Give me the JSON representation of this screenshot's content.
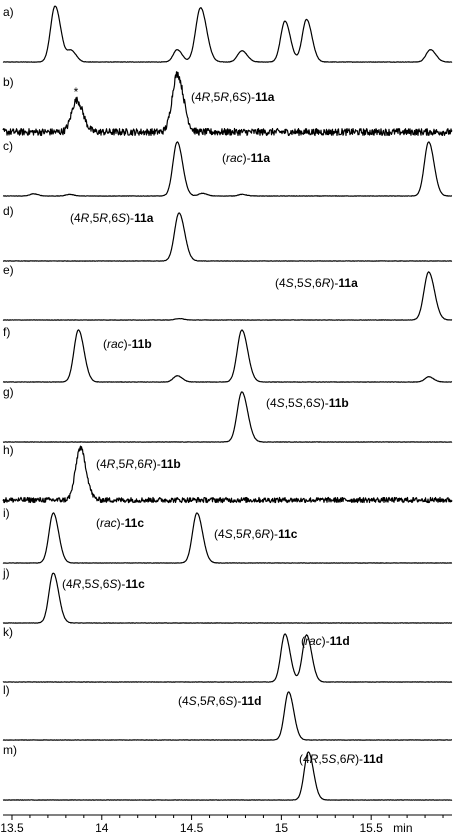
{
  "chart_data": {
    "type": "line",
    "title": "",
    "xlabel": "min",
    "ylabel": "",
    "xlim": [
      13.45,
      15.95
    ],
    "x_ticks": [
      13.5,
      14,
      14.5,
      15,
      15.5
    ],
    "x_tick_labels": [
      "13.5",
      "14",
      "14.5",
      "15",
      "15.5"
    ],
    "grid": false,
    "series": [
      {
        "panel": "a)",
        "label": "",
        "noise": 0.004,
        "asterisk": "",
        "peaks": [
          {
            "t": 13.74,
            "h": 1.0,
            "w": 0.025
          },
          {
            "t": 13.83,
            "h": 0.2,
            "w": 0.022
          },
          {
            "t": 14.42,
            "h": 0.22,
            "w": 0.022
          },
          {
            "t": 14.55,
            "h": 0.97,
            "w": 0.027
          },
          {
            "t": 14.78,
            "h": 0.2,
            "w": 0.024
          },
          {
            "t": 15.02,
            "h": 0.73,
            "w": 0.024
          },
          {
            "t": 15.14,
            "h": 0.76,
            "w": 0.024
          },
          {
            "t": 15.83,
            "h": 0.22,
            "w": 0.024
          }
        ]
      },
      {
        "panel": "b)",
        "label": "(4R,5R,6S)-11a",
        "label_parts": [
          {
            "t": "(4"
          },
          {
            "t": "R",
            "i": true
          },
          {
            "t": ",5"
          },
          {
            "t": "R",
            "i": true
          },
          {
            "t": ",6"
          },
          {
            "t": "S",
            "i": true
          },
          {
            "t": ")-"
          },
          {
            "t": "11a",
            "b": true
          }
        ],
        "noise": 0.06,
        "asterisk": "*",
        "peaks": [
          {
            "t": 13.86,
            "h": 0.55,
            "w": 0.028
          },
          {
            "t": 14.42,
            "h": 1.0,
            "w": 0.028
          }
        ]
      },
      {
        "panel": "c)",
        "label": "(rac)-11a",
        "label_parts": [
          {
            "t": "("
          },
          {
            "t": "rac",
            "i": true
          },
          {
            "t": ")-"
          },
          {
            "t": "11a",
            "b": true
          }
        ],
        "noise": 0.004,
        "asterisk": "",
        "peaks": [
          {
            "t": 13.62,
            "h": 0.04,
            "w": 0.02
          },
          {
            "t": 13.82,
            "h": 0.03,
            "w": 0.02
          },
          {
            "t": 14.42,
            "h": 1.0,
            "w": 0.024
          },
          {
            "t": 14.56,
            "h": 0.05,
            "w": 0.02
          },
          {
            "t": 14.78,
            "h": 0.03,
            "w": 0.02
          },
          {
            "t": 15.82,
            "h": 1.0,
            "w": 0.024
          }
        ]
      },
      {
        "panel": "d)",
        "label": "(4R,5R,6S)-11a",
        "label_parts": [
          {
            "t": "(4"
          },
          {
            "t": "R",
            "i": true
          },
          {
            "t": ",5"
          },
          {
            "t": "R",
            "i": true
          },
          {
            "t": ",6"
          },
          {
            "t": "S",
            "i": true
          },
          {
            "t": ")-"
          },
          {
            "t": "11a",
            "b": true
          }
        ],
        "noise": 0.004,
        "asterisk": "",
        "peaks": [
          {
            "t": 14.43,
            "h": 1.0,
            "w": 0.025
          }
        ]
      },
      {
        "panel": "e)",
        "label": "(4S,5S,6R)-11a",
        "label_parts": [
          {
            "t": "(4"
          },
          {
            "t": "S",
            "i": true
          },
          {
            "t": ",5"
          },
          {
            "t": "S",
            "i": true
          },
          {
            "t": ",6"
          },
          {
            "t": "R",
            "i": true
          },
          {
            "t": ")-"
          },
          {
            "t": "11a",
            "b": true
          }
        ],
        "noise": 0.004,
        "asterisk": "",
        "peaks": [
          {
            "t": 14.43,
            "h": 0.03,
            "w": 0.02
          },
          {
            "t": 15.82,
            "h": 1.0,
            "w": 0.026
          }
        ]
      },
      {
        "panel": "f)",
        "label": "(rac)-11b",
        "label_parts": [
          {
            "t": "("
          },
          {
            "t": "rac",
            "i": true
          },
          {
            "t": ")-"
          },
          {
            "t": "11b",
            "b": true
          }
        ],
        "noise": 0.004,
        "asterisk": "",
        "peaks": [
          {
            "t": 13.87,
            "h": 1.0,
            "w": 0.025
          },
          {
            "t": 14.42,
            "h": 0.12,
            "w": 0.022
          },
          {
            "t": 14.78,
            "h": 1.0,
            "w": 0.026
          },
          {
            "t": 15.82,
            "h": 0.1,
            "w": 0.022
          }
        ]
      },
      {
        "panel": "g)",
        "label": "(4S,5S,6S)-11b",
        "label_parts": [
          {
            "t": "(4"
          },
          {
            "t": "S",
            "i": true
          },
          {
            "t": ",5"
          },
          {
            "t": "S",
            "i": true
          },
          {
            "t": ",6"
          },
          {
            "t": "S",
            "i": true
          },
          {
            "t": ")-"
          },
          {
            "t": "11b",
            "b": true
          }
        ],
        "noise": 0.004,
        "asterisk": "",
        "peaks": [
          {
            "t": 14.78,
            "h": 1.0,
            "w": 0.026
          }
        ]
      },
      {
        "panel": "h)",
        "label": "(4R,5R,6R)-11b",
        "label_parts": [
          {
            "t": "(4"
          },
          {
            "t": "R",
            "i": true
          },
          {
            "t": ",5"
          },
          {
            "t": "R",
            "i": true
          },
          {
            "t": ",6"
          },
          {
            "t": "R",
            "i": true
          },
          {
            "t": ")-"
          },
          {
            "t": "11b",
            "b": true
          }
        ],
        "noise": 0.05,
        "asterisk": "",
        "peaks": [
          {
            "t": 13.88,
            "h": 1.0,
            "w": 0.026
          }
        ]
      },
      {
        "panel": "i)",
        "label": "(rac)-11c   (4S,5R,6R)-11c",
        "label_parts": [
          {
            "t": "("
          },
          {
            "t": "rac",
            "i": true
          },
          {
            "t": ")-"
          },
          {
            "t": "11c",
            "b": true
          }
        ],
        "label2_parts": [
          {
            "t": "(4"
          },
          {
            "t": "S",
            "i": true
          },
          {
            "t": ",5"
          },
          {
            "t": "R",
            "i": true
          },
          {
            "t": ",6"
          },
          {
            "t": "R",
            "i": true
          },
          {
            "t": ")-"
          },
          {
            "t": "11c",
            "b": true
          }
        ],
        "noise": 0.004,
        "asterisk": "",
        "peaks": [
          {
            "t": 13.73,
            "h": 1.0,
            "w": 0.024
          },
          {
            "t": 14.53,
            "h": 1.0,
            "w": 0.025
          }
        ]
      },
      {
        "panel": "j)",
        "label": "(4R,5S,6S)-11c",
        "label_parts": [
          {
            "t": "(4"
          },
          {
            "t": "R",
            "i": true
          },
          {
            "t": ",5"
          },
          {
            "t": "S",
            "i": true
          },
          {
            "t": ",6"
          },
          {
            "t": "S",
            "i": true
          },
          {
            "t": ")-"
          },
          {
            "t": "11c",
            "b": true
          }
        ],
        "noise": 0.004,
        "asterisk": "",
        "peaks": [
          {
            "t": 13.73,
            "h": 1.0,
            "w": 0.024
          }
        ]
      },
      {
        "panel": "k)",
        "label": "(rac)-11d",
        "label_parts": [
          {
            "t": "("
          },
          {
            "t": "rac",
            "i": true
          },
          {
            "t": ")-"
          },
          {
            "t": "11d",
            "b": true
          }
        ],
        "noise": 0.004,
        "asterisk": "",
        "peaks": [
          {
            "t": 15.02,
            "h": 1.0,
            "w": 0.023
          },
          {
            "t": 15.14,
            "h": 0.98,
            "w": 0.023
          }
        ]
      },
      {
        "panel": "l)",
        "label": "(4S,5R,6S)-11d",
        "label_parts": [
          {
            "t": "(4"
          },
          {
            "t": "S",
            "i": true
          },
          {
            "t": ",5"
          },
          {
            "t": "R",
            "i": true
          },
          {
            "t": ",6"
          },
          {
            "t": "S",
            "i": true
          },
          {
            "t": ")-"
          },
          {
            "t": "11d",
            "b": true
          }
        ],
        "noise": 0.004,
        "asterisk": "",
        "peaks": [
          {
            "t": 15.04,
            "h": 1.0,
            "w": 0.023
          }
        ]
      },
      {
        "panel": "m)",
        "label": "(4R,5S,6R)-11d",
        "label_parts": [
          {
            "t": "(4"
          },
          {
            "t": "R",
            "i": true
          },
          {
            "t": ",5"
          },
          {
            "t": "S",
            "i": true
          },
          {
            "t": ",6"
          },
          {
            "t": "R",
            "i": true
          },
          {
            "t": ")-"
          },
          {
            "t": "11d",
            "b": true
          }
        ],
        "noise": 0.004,
        "asterisk": "",
        "peaks": [
          {
            "t": 15.15,
            "h": 1.0,
            "w": 0.023
          }
        ]
      }
    ]
  }
}
